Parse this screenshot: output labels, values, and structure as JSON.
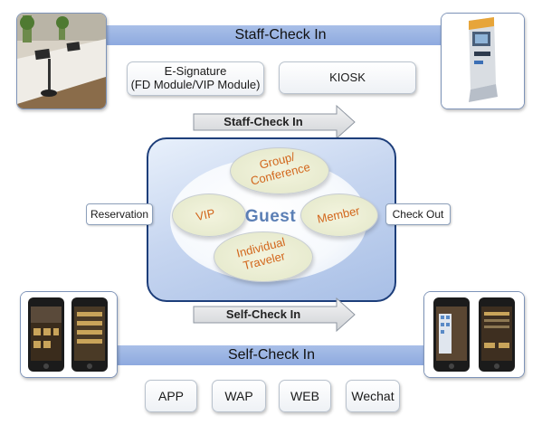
{
  "staff_check_in": {
    "band_title": "Staff-Check In",
    "option_esig_line1": "E-Signature",
    "option_esig_line2": "(FD Module/VIP Module)",
    "option_kiosk": "KIOSK",
    "arrow_label": "Staff-Check In",
    "kiosk_image": "kiosk-machine",
    "desk_image": "front-desk"
  },
  "center": {
    "title": "Guest",
    "discs": {
      "group": [
        "Group/",
        "Conference"
      ],
      "vip": "VIP",
      "member": "Member",
      "individual": [
        "Individual",
        "Traveler"
      ]
    },
    "left_box": "Reservation",
    "right_box": "Check Out"
  },
  "self_check_in": {
    "arrow_label": "Self-Check In",
    "band_title": "Self-Check In",
    "channels": [
      "APP",
      "WAP",
      "WEB",
      "Wechat"
    ],
    "phone_images": [
      "mobile-app-screen",
      "mobile-app-menu",
      "room-selection-screen",
      "mobile-booking-screen"
    ]
  },
  "colors": {
    "band": "#8eaadf",
    "center_panel": "#c7d6f0",
    "disc_text": "#d2661b",
    "guest_text": "#5b7fb5"
  }
}
